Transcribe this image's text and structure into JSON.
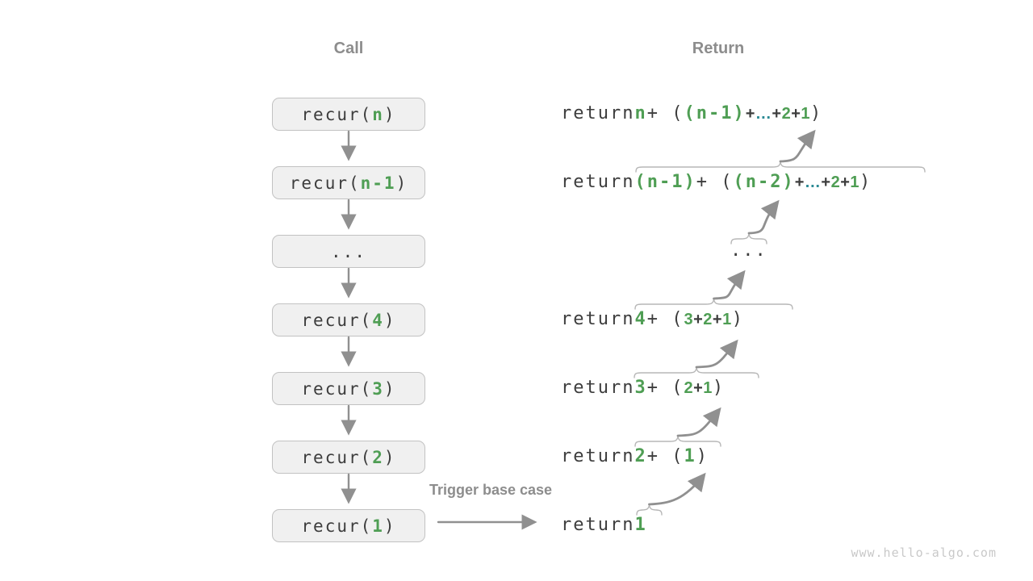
{
  "headers": {
    "call": "Call",
    "return": "Return"
  },
  "trigger_label": "Trigger base case",
  "watermark": "www.hello-algo.com",
  "colors": {
    "dark_text": "#3d3d3d",
    "green": "#4f9e54",
    "teal": "#2b8a94",
    "gray_label": "#8d8d8d",
    "arrow": "#909090",
    "brace": "#b7b7b7",
    "box_fill": "#f0f0f0",
    "box_border": "#c2c2c2"
  },
  "call_boxes": [
    {
      "segments": [
        {
          "style": "md",
          "text": "recur("
        },
        {
          "style": "mg",
          "text": "n"
        },
        {
          "style": "md",
          "text": ")"
        }
      ]
    },
    {
      "segments": [
        {
          "style": "md",
          "text": "recur("
        },
        {
          "style": "mg",
          "text": "n-1"
        },
        {
          "style": "md",
          "text": ")"
        }
      ]
    },
    {
      "segments": [
        {
          "style": "md",
          "text": "..."
        }
      ]
    },
    {
      "segments": [
        {
          "style": "md",
          "text": "recur("
        },
        {
          "style": "mg",
          "text": "4"
        },
        {
          "style": "md",
          "text": ")"
        }
      ]
    },
    {
      "segments": [
        {
          "style": "md",
          "text": "recur("
        },
        {
          "style": "mg",
          "text": "3"
        },
        {
          "style": "md",
          "text": ")"
        }
      ]
    },
    {
      "segments": [
        {
          "style": "md",
          "text": "recur("
        },
        {
          "style": "mg",
          "text": "2"
        },
        {
          "style": "md",
          "text": ")"
        }
      ]
    },
    {
      "segments": [
        {
          "style": "md",
          "text": "recur("
        },
        {
          "style": "mg",
          "text": "1"
        },
        {
          "style": "md",
          "text": ")"
        }
      ]
    }
  ],
  "return_lines": [
    {
      "segments": [
        {
          "style": "md",
          "text": "return "
        },
        {
          "style": "mg",
          "text": "n"
        },
        {
          "style": "md",
          "text": " + ("
        },
        {
          "style": "mg",
          "text": "(n-1)"
        },
        {
          "style": "sd",
          "text": " + "
        },
        {
          "style": "st",
          "text": "…"
        },
        {
          "style": "sd",
          "text": " + "
        },
        {
          "style": "sg",
          "text": "2"
        },
        {
          "style": "sd",
          "text": " + "
        },
        {
          "style": "sg",
          "text": "1"
        },
        {
          "style": "md",
          "text": ")"
        }
      ]
    },
    {
      "segments": [
        {
          "style": "md",
          "text": "return "
        },
        {
          "style": "mg",
          "text": "(n-1)"
        },
        {
          "style": "md",
          "text": " + ("
        },
        {
          "style": "mg",
          "text": "(n-2)"
        },
        {
          "style": "sd",
          "text": " + "
        },
        {
          "style": "st",
          "text": "…"
        },
        {
          "style": "sd",
          "text": " + "
        },
        {
          "style": "sg",
          "text": "2"
        },
        {
          "style": "sd",
          "text": " + "
        },
        {
          "style": "sg",
          "text": "1"
        },
        {
          "style": "md",
          "text": ")"
        }
      ]
    },
    {
      "segments": [
        {
          "style": "md",
          "text": "..."
        }
      ]
    },
    {
      "segments": [
        {
          "style": "md",
          "text": "return "
        },
        {
          "style": "mg",
          "text": "4"
        },
        {
          "style": "md",
          "text": " + ("
        },
        {
          "style": "sg",
          "text": "3"
        },
        {
          "style": "sd",
          "text": " + "
        },
        {
          "style": "sg",
          "text": "2"
        },
        {
          "style": "sd",
          "text": " + "
        },
        {
          "style": "sg",
          "text": "1"
        },
        {
          "style": "md",
          "text": ")"
        }
      ]
    },
    {
      "segments": [
        {
          "style": "md",
          "text": "return "
        },
        {
          "style": "mg",
          "text": "3"
        },
        {
          "style": "md",
          "text": " + ("
        },
        {
          "style": "sg",
          "text": "2"
        },
        {
          "style": "sd",
          "text": " + "
        },
        {
          "style": "sg",
          "text": "1"
        },
        {
          "style": "md",
          "text": ")"
        }
      ]
    },
    {
      "segments": [
        {
          "style": "md",
          "text": "return "
        },
        {
          "style": "mg",
          "text": "2"
        },
        {
          "style": "md",
          "text": " + ("
        },
        {
          "style": "mg",
          "text": "1"
        },
        {
          "style": "md",
          "text": ")"
        }
      ]
    },
    {
      "segments": [
        {
          "style": "md",
          "text": "return "
        },
        {
          "style": "mg",
          "text": "1"
        }
      ]
    }
  ]
}
